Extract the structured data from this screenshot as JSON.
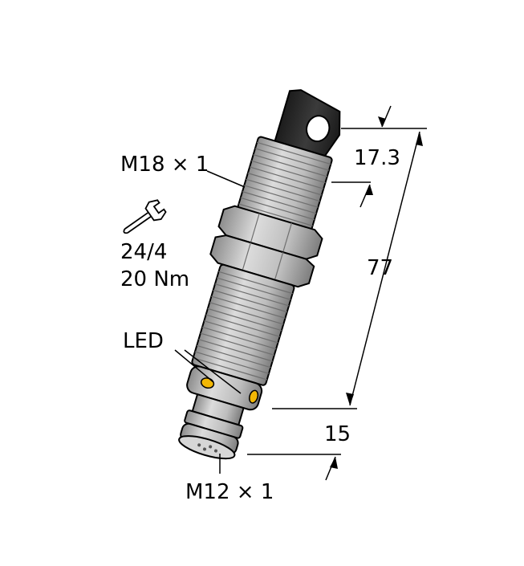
{
  "labels": {
    "thread_top": "M18 × 1",
    "torque_size": "24/4",
    "torque_value": "20 Nm",
    "led": "LED",
    "thread_bottom": "M12 × 1"
  },
  "dimensions": {
    "head": "17.3",
    "total": "77",
    "connector": "15"
  },
  "colors": {
    "led": "#f2b705",
    "head": "#2a2a2a",
    "body": "#b9b9b9",
    "outline": "#000000"
  },
  "icons": {
    "wrench": "wrench-icon"
  }
}
